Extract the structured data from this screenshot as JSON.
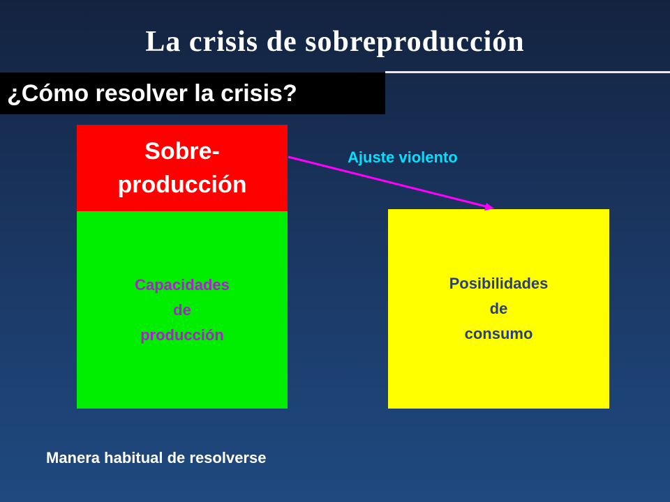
{
  "slide": {
    "title": "La crisis de sobreproducción",
    "subtitle": "¿Cómo resolver la crisis?"
  },
  "diagram": {
    "overproduction_lines": [
      "Sobre-",
      "producción"
    ],
    "capacity_lines": [
      "Capacidades",
      "de",
      "producción"
    ],
    "consumption_lines": [
      "Posibilidades",
      "de",
      "consumo"
    ],
    "arrow_label": "Ajuste violento",
    "footer_note": "Manera habitual de resolverse"
  },
  "colors": {
    "overproduction_box": "#ff0000",
    "capacity_box": "#00ee00",
    "consumption_box": "#ffff00",
    "arrow": "#ff00ff",
    "arrow_label": "#00e0ff"
  }
}
